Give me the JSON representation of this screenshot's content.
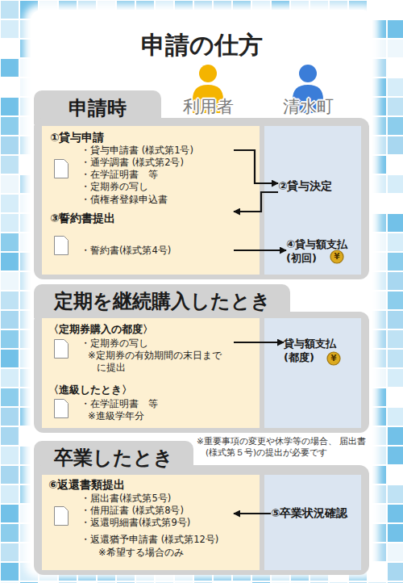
{
  "diagram": {
    "title": "申請の仕方",
    "nodes": [
      {
        "text": [
          "申請時"
        ]
      },
      {
        "text": [],
        "in": 0
      },
      {
        "text": [
          "①貸与申請",
          "・貸与申請書 (様式第1号)",
          "・通学調書 (様式第2号)",
          "・在学証明書　等",
          "・定期券の写し",
          "・債権者登録申込書"
        ],
        "in": 1
      },
      {
        "text": [
          "③誓約書提出",
          "・誓約書(様式第4号)"
        ],
        "in": 1
      },
      {
        "text": [],
        "in": 0
      },
      {
        "text": [
          "②貸与決定"
        ],
        "in": 4
      },
      {
        "text": [
          "④貸与額支払 (初回)"
        ],
        "in": 4
      },
      {
        "text": [
          "定期を継続購入したとき"
        ]
      },
      {
        "text": [],
        "in": 7
      },
      {
        "text": [
          "〈定期券購入の都度〉",
          "・定期券の写し",
          "※定期券の有効期間の末日まで に提出"
        ],
        "in": 8
      },
      {
        "text": [
          "〈進級したとき〉",
          "・在学証明書　等",
          "※進級学年分"
        ],
        "in": 8
      },
      {
        "text": [],
        "in": 7
      },
      {
        "text": [
          "貸与額支払 (都度)"
        ],
        "in": 11
      },
      {
        "text": [
          "卒業したとき"
        ]
      },
      {
        "text": [],
        "in": 13
      },
      {
        "text": [
          "⑥返還書類提出",
          "・届出書(様式第5号)",
          "・借用証書 (様式第8号)",
          "・返還明細書(様式第9号)",
          "・返還猶予申請書 (様式第12号)",
          "※希望する場合のみ"
        ],
        "in": 14
      },
      {
        "text": [],
        "in": 13
      },
      {
        "text": [
          "⑤卒業状況確認"
        ],
        "in": 16
      }
    ],
    "edges": [
      {
        "from": 2,
        "to": 5,
        "arrow": "to"
      },
      {
        "from": 5,
        "to": 3,
        "arrow": "to"
      },
      {
        "from": 3,
        "to": 6,
        "arrow": "to"
      },
      {
        "from": 9,
        "to": 12,
        "arrow": "to"
      },
      {
        "from": 17,
        "to": 15,
        "arrow": "to"
      }
    ],
    "labels": [
      "利用者",
      "清水町",
      "¥",
      "¥",
      "※重要事項の変更や休学等の場合、 届出書(様式第５号)の提出が必要です"
    ]
  }
}
